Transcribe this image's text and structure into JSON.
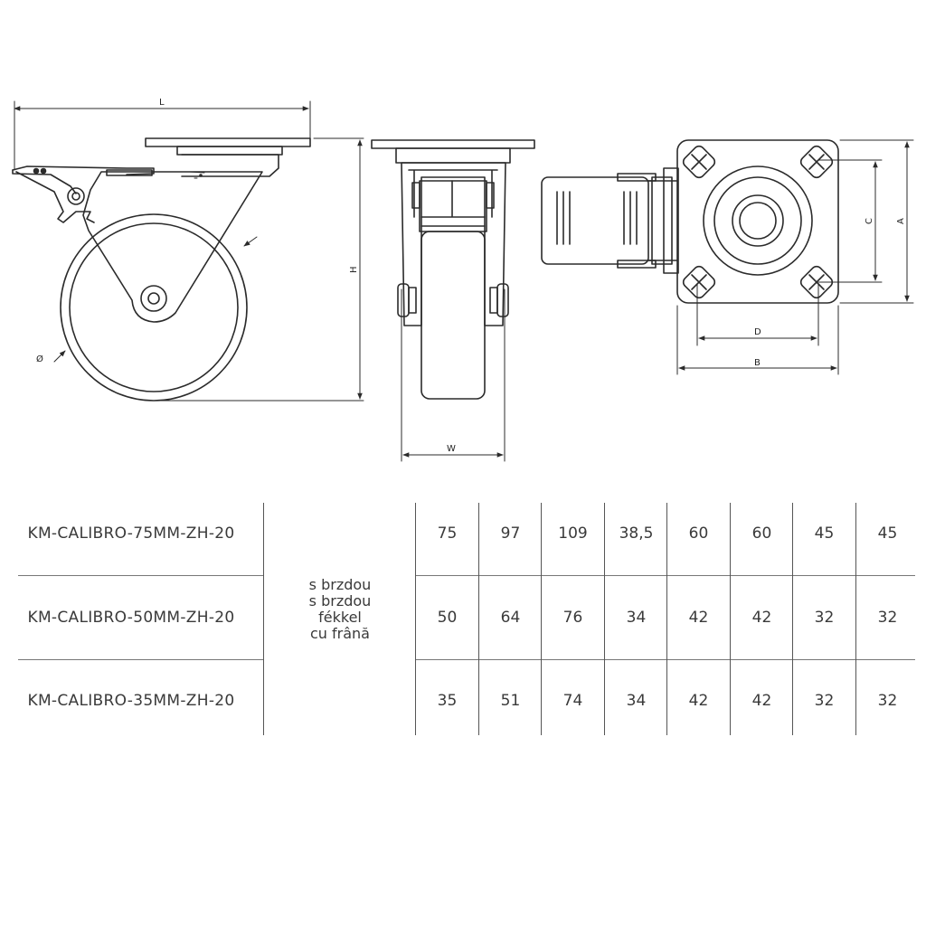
{
  "drawing": {
    "dimension_labels": {
      "L": "L",
      "H": "H",
      "W": "W",
      "diameter": "Ø",
      "A": "A",
      "B": "B",
      "C": "C",
      "D": "D"
    }
  },
  "table": {
    "brake_labels": [
      "s brzdou",
      "s brzdou",
      "fékkel",
      "cu frână"
    ],
    "rows": [
      {
        "model": "KM-CALIBRO-75MM-ZH-20",
        "values": [
          "75",
          "97",
          "109",
          "38,5",
          "60",
          "60",
          "45",
          "45"
        ]
      },
      {
        "model": "KM-CALIBRO-50MM-ZH-20",
        "values": [
          "50",
          "64",
          "76",
          "34",
          "42",
          "42",
          "32",
          "32"
        ]
      },
      {
        "model": "KM-CALIBRO-35MM-ZH-20",
        "values": [
          "35",
          "51",
          "74",
          "34",
          "42",
          "42",
          "32",
          "32"
        ]
      }
    ]
  }
}
